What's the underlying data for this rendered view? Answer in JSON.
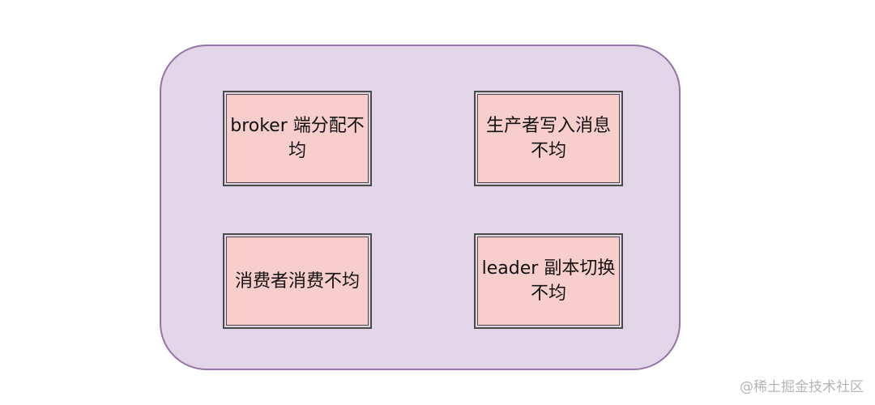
{
  "colors": {
    "container_fill": "#e1d5e7",
    "container_stroke": "#9673a6",
    "box_fill": "#f8cecc",
    "box_stroke": "#4a4a4a",
    "watermark": "#b5b5b5"
  },
  "boxes": [
    {
      "label": "broker 端分配不均"
    },
    {
      "label": "生产者写入消息不均"
    },
    {
      "label": "消费者消费不均"
    },
    {
      "label": "leader 副本切换不均"
    }
  ],
  "watermark": "@稀土掘金技术社区"
}
